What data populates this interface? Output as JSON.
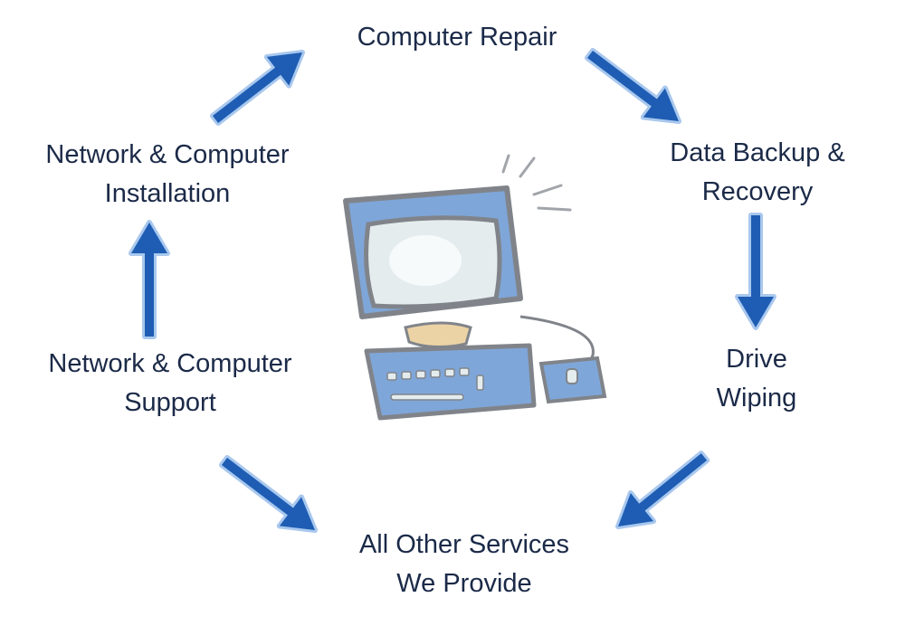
{
  "title": "Computer services cycle",
  "colors": {
    "arrow": "#1e5db3",
    "arrow_glow": "#a9c8ee",
    "text": "#1b2a48",
    "monitor": "#7fa6d8"
  },
  "nodes": [
    {
      "id": "repair",
      "lines": [
        "Computer Repair"
      ]
    },
    {
      "id": "backup",
      "lines": [
        "Data Backup &",
        "Recovery"
      ]
    },
    {
      "id": "wiping",
      "lines": [
        "Drive",
        "Wiping"
      ]
    },
    {
      "id": "other",
      "lines": [
        "All Other Services",
        "We Provide"
      ]
    },
    {
      "id": "support",
      "lines": [
        "Network & Computer",
        "Support"
      ]
    },
    {
      "id": "install",
      "lines": [
        "Network & Computer",
        "Installation"
      ]
    }
  ],
  "center_icon": "computer-clipart-icon"
}
